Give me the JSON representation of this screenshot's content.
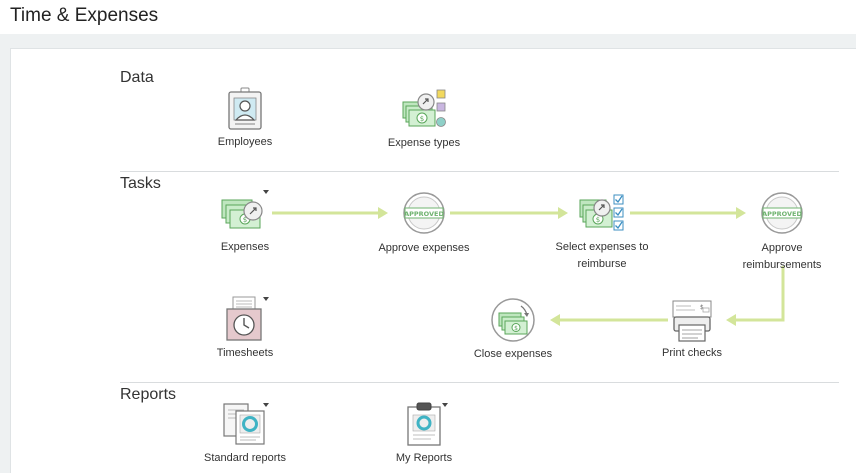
{
  "header": {
    "title": "Time & Expenses"
  },
  "sections": {
    "data": {
      "title": "Data"
    },
    "tasks": {
      "title": "Tasks"
    },
    "reports": {
      "title": "Reports"
    }
  },
  "data_items": {
    "employees": "Employees",
    "expense_types": "Expense types"
  },
  "task_items": {
    "expenses": "Expenses",
    "approve_expenses": "Approve expenses",
    "select_expenses_line1": "Select expenses to",
    "select_expenses_line2": "reimburse",
    "approve_reimb_line1": "Approve",
    "approve_reimb_line2": "reimbursements",
    "timesheets": "Timesheets",
    "close_expenses": "Close expenses",
    "print_checks": "Print checks"
  },
  "report_items": {
    "standard_reports": "Standard reports",
    "my_reports": "My Reports"
  },
  "badges": {
    "approved": "APPROVED"
  },
  "colors": {
    "flow_arrow": "#d3e59a",
    "icon_green": "#8ccc8c",
    "icon_green_dark": "#5aa65a",
    "stamp_green": "#6fb36f"
  }
}
